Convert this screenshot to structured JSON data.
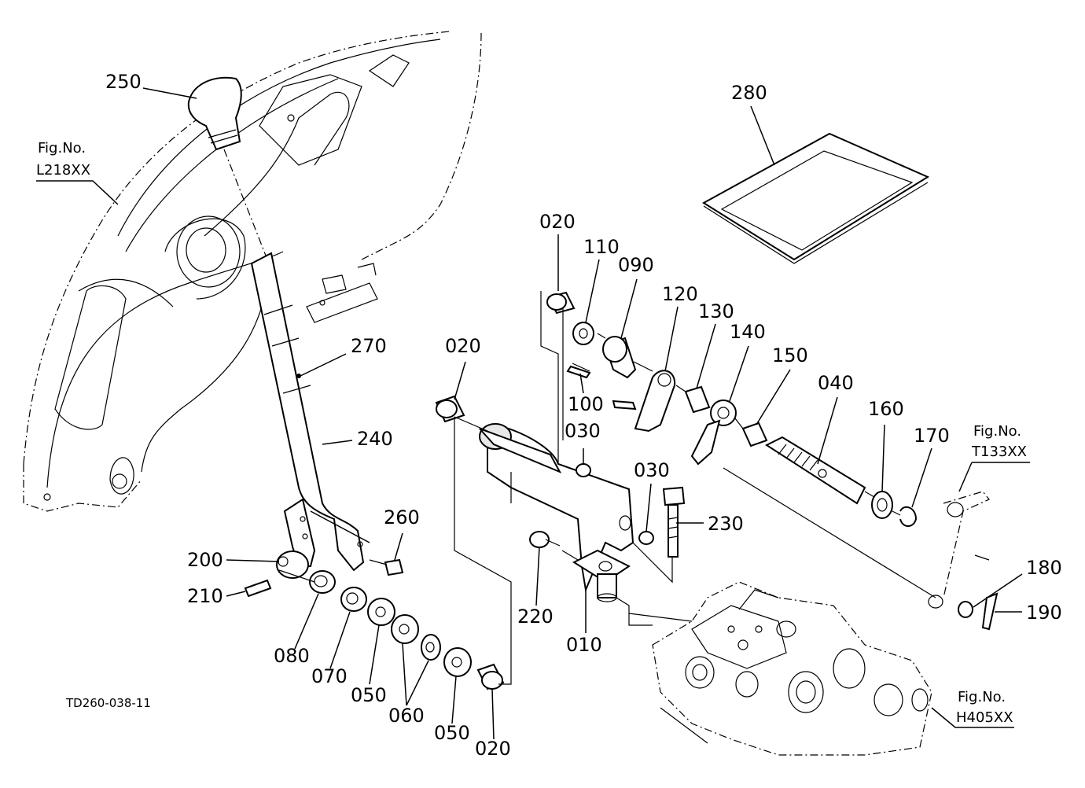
{
  "part_labels": {
    "p250": "250",
    "p280": "280",
    "p020a": "020",
    "p110": "110",
    "p090": "090",
    "p120": "120",
    "p130": "130",
    "p140": "140",
    "p150": "150",
    "p040": "040",
    "p160": "160",
    "p170": "170",
    "p270": "270",
    "p020b": "020",
    "p100": "100",
    "p030a": "030",
    "p030b": "030",
    "p240": "240",
    "p260": "260",
    "p230": "230",
    "p200": "200",
    "p210": "210",
    "p220": "220",
    "p180": "180",
    "p190": "190",
    "p080": "080",
    "p070": "070",
    "p050a": "050",
    "p060": "060",
    "p050b": "050",
    "p020c": "020",
    "p010": "010"
  },
  "fig_refs": {
    "l218": {
      "line1": "Fig.No.",
      "line2": "L218XX"
    },
    "t133": {
      "line1": "Fig.No.",
      "line2": "T133XX"
    },
    "h405": {
      "line1": "Fig.No.",
      "line2": "H405XX"
    }
  },
  "drawing_code": "TD260-038-11"
}
